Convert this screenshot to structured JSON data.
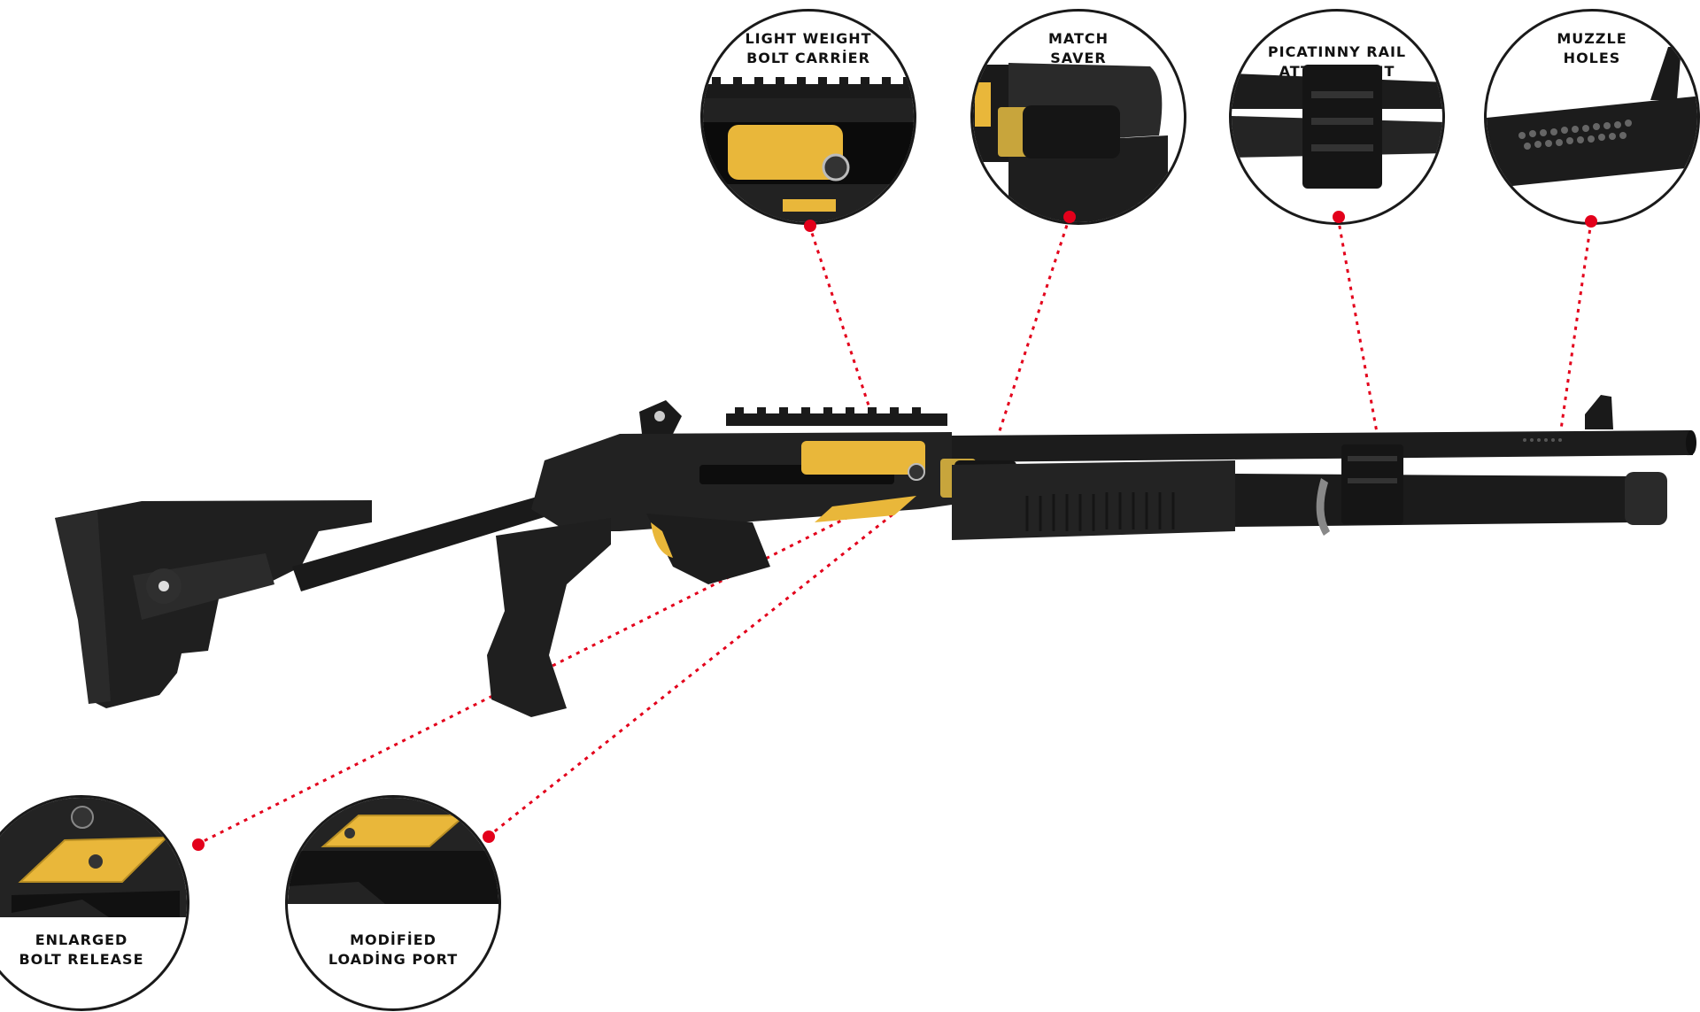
{
  "colors": {
    "accent_red": "#e3001b",
    "gold": "#e9b73a",
    "gun_black": "#1c1c1c",
    "background": "#ffffff"
  },
  "callouts": {
    "bolt_carrier": {
      "line1": "LIGHT WEIGHT",
      "line2": "BOLT CARRİER"
    },
    "match_saver": {
      "line1": "MATCH",
      "line2": "SAVER"
    },
    "picatinny": {
      "line1": "PICATINNY RAIL",
      "line2": "ATTACHMENT"
    },
    "muzzle": {
      "line1": "MUZZLE",
      "line2": "HOLES"
    },
    "bolt_release": {
      "line1": "ENLARGED",
      "line2": "BOLT RELEASE"
    },
    "loading_port": {
      "line1": "MODİFİED",
      "line2": "LOADİNG PORT"
    }
  }
}
